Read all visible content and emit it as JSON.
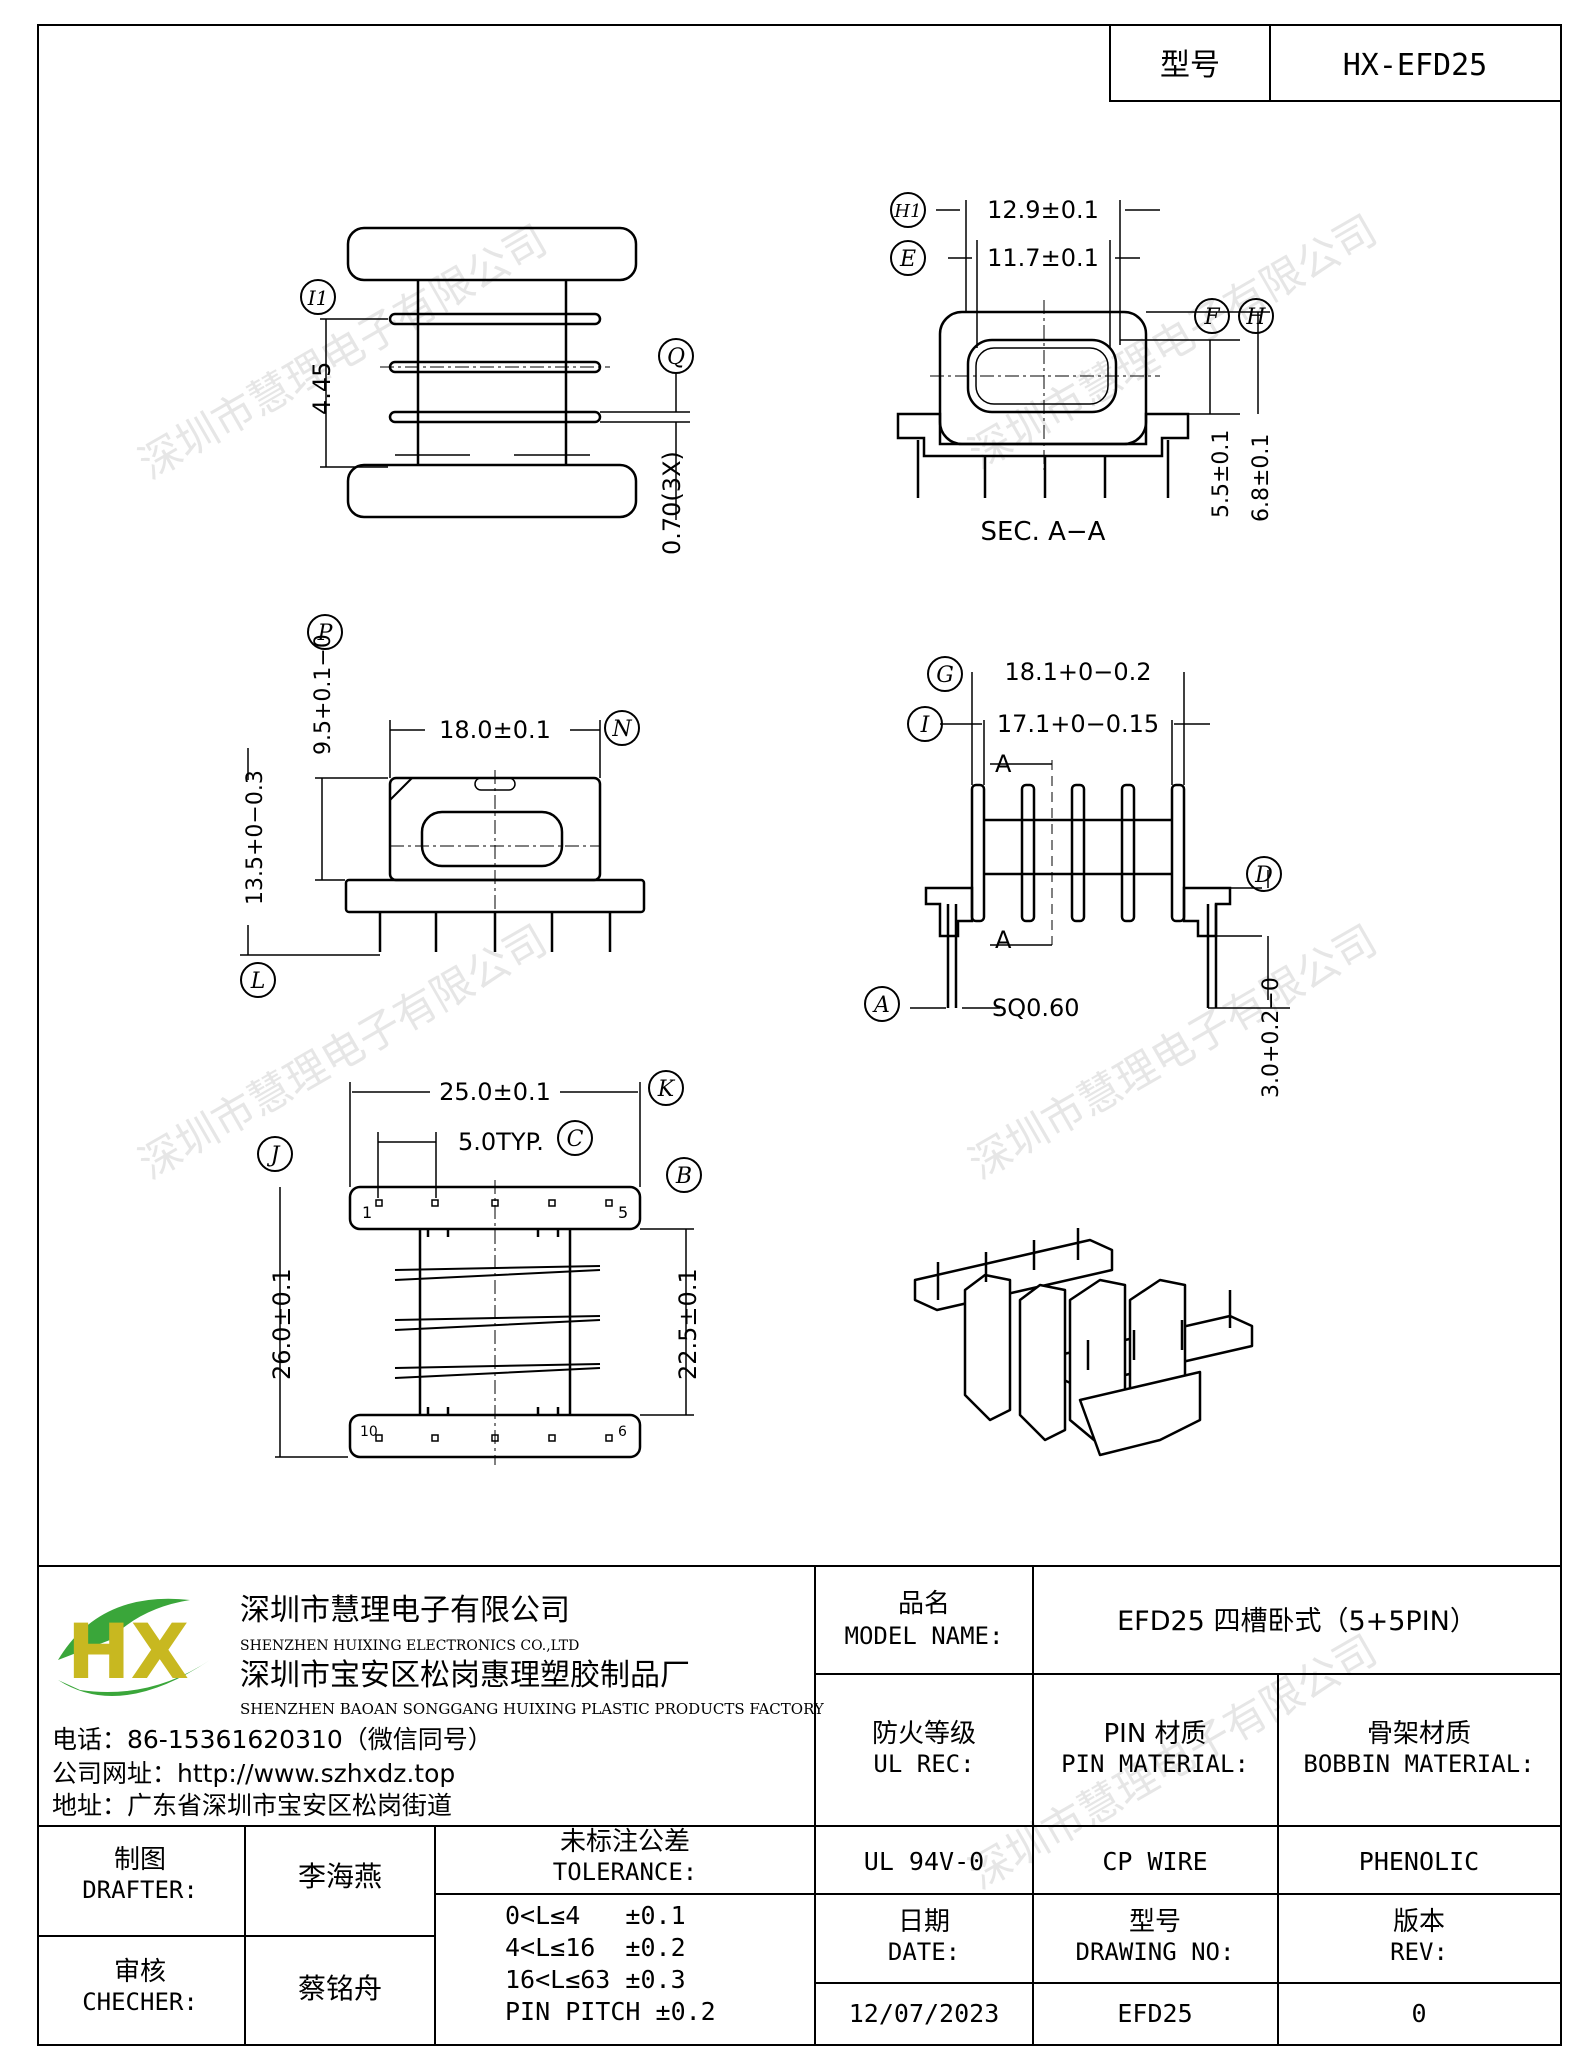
{
  "title_block": {
    "model_label": "型号",
    "model_value": "HX-EFD25"
  },
  "watermark": "深圳市慧理电子有限公司",
  "views": {
    "top_left": {
      "dim_i1": "I1",
      "dim_q": "Q",
      "height": "4.45",
      "slot": "0.70(3X)"
    },
    "top_right": {
      "h1": "H1",
      "e": "E",
      "f": "F",
      "h": "H",
      "dim_h1": "12.9±0.1",
      "dim_e": "11.7±0.1",
      "dim_f": "5.5±0.1",
      "dim_h": "6.8±0.1",
      "section": "SEC. A−A"
    },
    "mid_left": {
      "p": "P",
      "n": "N",
      "l": "L",
      "dim_p": "9.5+0.1−0",
      "dim_n": "18.0±0.1",
      "dim_l": "13.5+0−0.3"
    },
    "mid_right": {
      "g": "G",
      "i": "I",
      "d": "D",
      "a": "A",
      "dim_g": "18.1+0−0.2",
      "dim_i": "17.1+0−0.15",
      "dim_d": "3.0+0.2−0",
      "dim_a": "SQ0.60",
      "sec_a": "A"
    },
    "bottom_left": {
      "k": "K",
      "c": "C",
      "j": "J",
      "b": "B",
      "dim_k": "25.0±0.1",
      "dim_c": "5.0TYP.",
      "dim_j": "26.0±0.1",
      "dim_b": "22.5±0.1",
      "pin1": "1",
      "pin5": "5",
      "pin10": "10",
      "pin6": "6"
    }
  },
  "company": {
    "logo": "HX",
    "name_cn": "深圳市慧理电子有限公司",
    "name_en": "SHENZHEN HUIXING ELECTRONICS CO.,LTD",
    "factory_cn": "深圳市宝安区松岗惠理塑胶制品厂",
    "factory_en": "SHENZHEN BAOAN SONGGANG HUIXING PLASTIC PRODUCTS FACTORY",
    "phone": "电话：86-15361620310（微信同号）",
    "website": "公司网址：http://www.szhxdz.top",
    "address": "地址：广东省深圳市宝安区松岗街道"
  },
  "info": {
    "model_name_cn": "品名",
    "model_name_en": "MODEL NAME:",
    "model_name_value": "EFD25 四槽卧式（5+5PIN）",
    "ul_cn": "防火等级",
    "ul_en": "UL REC:",
    "ul_value": "UL 94V-0",
    "pin_cn": "PIN 材质",
    "pin_en": "PIN MATERIAL:",
    "pin_value": "CP WIRE",
    "bobbin_cn": "骨架材质",
    "bobbin_en": "BOBBIN MATERIAL:",
    "bobbin_value": "PHENOLIC",
    "date_cn": "日期",
    "date_en": "DATE:",
    "date_value": "12/07/2023",
    "drawing_cn": "型号",
    "drawing_en": "DRAWING NO:",
    "drawing_value": "EFD25",
    "rev_cn": "版本",
    "rev_en": "REV:",
    "rev_value": "0"
  },
  "people": {
    "drafter_cn": "制图",
    "drafter_en": "DRAFTER:",
    "drafter_name": "李海燕",
    "checker_cn": "审核",
    "checker_en": "CHECHER:",
    "checker_name": "蔡铭舟"
  },
  "tolerance": {
    "title_cn": "未标注公差",
    "title_en": "TOLERANCE:",
    "rows": [
      "0<L≤4   ±0.1",
      "4<L≤16  ±0.2",
      "16<L≤63 ±0.3",
      "PIN PITCH ±0.2"
    ]
  }
}
